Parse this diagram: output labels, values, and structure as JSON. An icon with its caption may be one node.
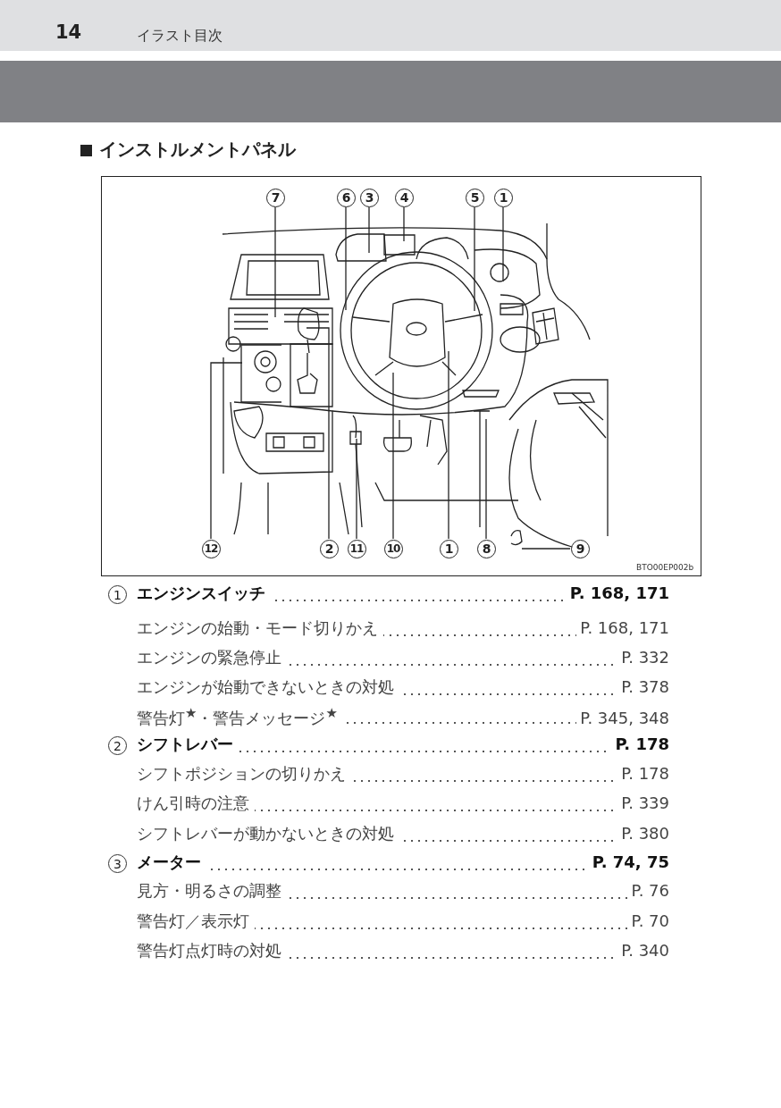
{
  "diagram": {
    "title": "インストルメントパネル",
    "nodes": [
      {
        "text": [
          "7"
        ]
      },
      {
        "text": [
          "6"
        ]
      },
      {
        "text": [
          "3"
        ]
      },
      {
        "text": [
          "4"
        ]
      },
      {
        "text": [
          "5"
        ]
      },
      {
        "text": [
          "1"
        ]
      },
      {
        "text": [
          "12"
        ]
      },
      {
        "text": [
          "2"
        ]
      },
      {
        "text": [
          "11"
        ]
      },
      {
        "text": [
          "10"
        ]
      },
      {
        "text": [
          "1"
        ]
      },
      {
        "text": [
          "8"
        ]
      },
      {
        "text": [
          "9"
        ]
      }
    ],
    "edges": [
      {
        "from": 0,
        "to": null,
        "arrow": "none"
      },
      {
        "from": 1,
        "to": null,
        "arrow": "none"
      },
      {
        "from": 2,
        "to": null,
        "arrow": "none"
      },
      {
        "from": 3,
        "to": null,
        "arrow": "none"
      },
      {
        "from": 4,
        "to": null,
        "arrow": "none"
      },
      {
        "from": 5,
        "to": null,
        "arrow": "none"
      },
      {
        "from": 6,
        "to": null,
        "arrow": "none"
      },
      {
        "from": 7,
        "to": null,
        "arrow": "none"
      },
      {
        "from": 8,
        "to": null,
        "arrow": "none"
      },
      {
        "from": 9,
        "to": null,
        "arrow": "none"
      },
      {
        "from": 10,
        "to": null,
        "arrow": "none"
      },
      {
        "from": 11,
        "to": null,
        "arrow": "none"
      },
      {
        "from": 12,
        "to": null,
        "arrow": "none"
      }
    ],
    "labels": [
      "14",
      "イラスト目次",
      "BTO00EP002b",
      "1",
      "エンジンスイッチ",
      "P. 168, 171",
      "エンジンの始動・モード切りかえ",
      "P. 168, 171",
      "エンジンの緊急停止",
      "P. 332",
      "エンジンが始動できないときの対処",
      "P. 378",
      "警告灯$^{★}$・警告メッセージ$^{★}$",
      "P. 345, 348",
      "2",
      "シフトレバー",
      "P. 178",
      "シフトポジションの切りかえ",
      "P. 178",
      "けん引時の注意",
      "P. 339",
      "シフトレバーが動かないときの対処",
      "P. 380",
      "3",
      "メーター",
      "P. 74, 75",
      "見方・明るさの調整",
      "P. 76",
      "警告灯／表示灯",
      "P. 70",
      "警告灯点灯時の対処",
      "P. 340"
    ]
  }
}
